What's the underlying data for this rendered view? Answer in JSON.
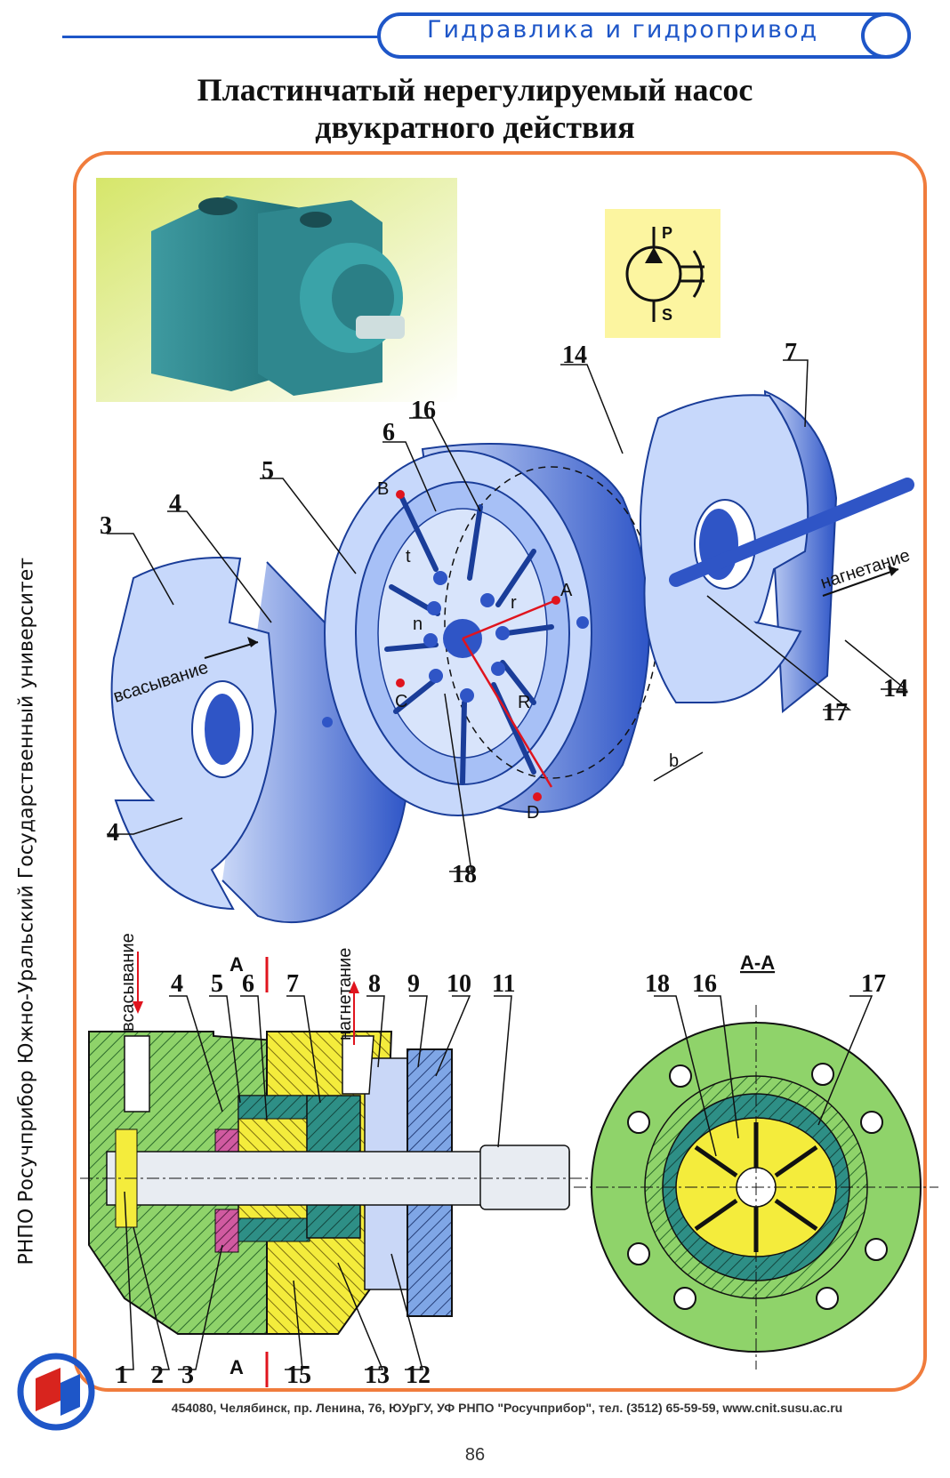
{
  "header": {
    "section": "Гидравлика и гидропривод"
  },
  "title": {
    "line1": "Пластинчатый нерегулируемый насос",
    "line2": "двукратного действия"
  },
  "side_label": "РНПО Росучприбор  Южно-Уральский Государственный университет",
  "footer": {
    "address": "454080, Челябинск, пр. Ленина, 76, ЮУрГУ, УФ РНПО \"Росучприбор\", тел. (3512) 65-59-59, www.cnit.susu.ac.ru"
  },
  "page_number": "86",
  "symbol": {
    "p": "P",
    "s": "S"
  },
  "exploded": {
    "suction": "всасывание",
    "discharge": "нагнетание",
    "points": {
      "B": "B",
      "A": "A",
      "C": "C",
      "D": "D",
      "t": "t",
      "r": "r",
      "R": "R",
      "n": "n",
      "b": "b"
    },
    "parts": {
      "p3": "3",
      "p4a": "4",
      "p4b": "4",
      "p5": "5",
      "p6": "6",
      "p16": "16",
      "p14a": "14",
      "p7": "7",
      "p14b": "14",
      "p17": "17",
      "p18": "18"
    }
  },
  "section": {
    "suction": "всасывание",
    "discharge": "нагнетание",
    "cut_top": "А",
    "cut_bottom": "А",
    "parts_top": [
      "4",
      "5",
      "6",
      "7",
      "8",
      "9",
      "10",
      "11"
    ],
    "parts_bottom": [
      "1",
      "2",
      "3",
      "15",
      "13",
      "12"
    ]
  },
  "section_view": {
    "label": "А-А",
    "parts": [
      "18",
      "16",
      "17"
    ]
  },
  "colors": {
    "blue": "#1e56c8",
    "orange": "#f07c3c",
    "green": "#8fd36a",
    "yellow": "#f4ec3c",
    "teal": "#2e8f86",
    "steel": "#7fa6e6"
  }
}
